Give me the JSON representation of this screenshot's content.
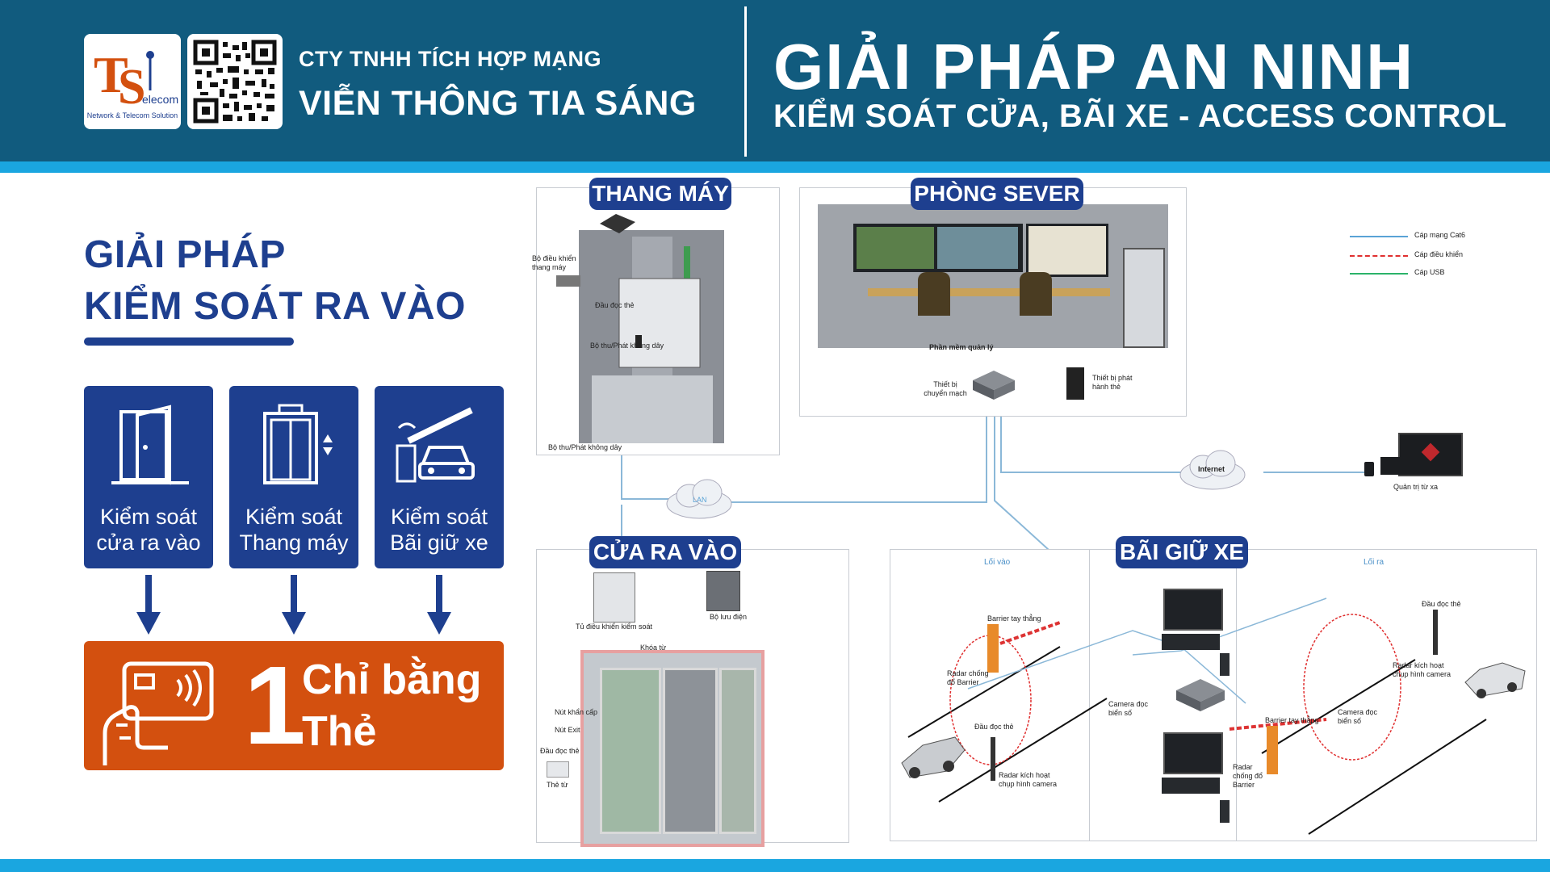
{
  "header": {
    "logo_text": "TS Telecom",
    "logo_tagline": "Network & Telecom Solution",
    "company_line1": "CTY TNHH TÍCH HỢP MẠNG",
    "company_line2": "VIỄN THÔNG TIA SÁNG",
    "solution_title": "GIẢI PHÁP AN NINH",
    "solution_subtitle": "KIỂM SOÁT CỬA, BÃI XE - ACCESS CONTROL"
  },
  "left": {
    "title_line1": "GIẢI PHÁP",
    "title_line2": "KIỂM SOÁT RA VÀO",
    "cards": [
      {
        "line1": "Kiểm soát",
        "line2": "cửa ra vào",
        "icon": "door-icon"
      },
      {
        "line1": "Kiểm soát",
        "line2": "Thang máy",
        "icon": "elevator-icon"
      },
      {
        "line1": "Kiểm soát",
        "line2": "Bãi giữ xe",
        "icon": "barrier-car-icon"
      }
    ],
    "result_number": "1",
    "result_line1": "Chỉ bằng",
    "result_line2": "Thẻ",
    "result_icon": "hand-card-icon"
  },
  "diagram": {
    "elevator": {
      "tag": "THANG MÁY",
      "controller": "Bộ điều khiển thang máy",
      "reader": "Đầu đọc thẻ",
      "wireless_top": "Bộ thu/Phát không dây",
      "wireless_bottom": "Bộ thu/Phát không dây"
    },
    "server": {
      "tag": "PHÒNG SEVER",
      "software": "Phần mềm quản lý",
      "switch": "Thiết bị chuyển mạch",
      "card_issuer": "Thiết bị phát hành thẻ"
    },
    "legend": [
      {
        "label": "Cáp mạng Cat6",
        "color": "#5aa3d6"
      },
      {
        "label": "Cáp điều khiển",
        "color": "#e03030"
      },
      {
        "label": "Cáp USB",
        "color": "#2bb36a"
      }
    ],
    "lan_label": "LAN",
    "internet_label": "Internet",
    "remote_admin": "Quản trị từ xa",
    "door": {
      "tag": "CỬA RA VÀO",
      "cabinet": "Tủ điều khiển kiểm soát",
      "storage": "Bộ lưu điện",
      "lock": "Khóa từ",
      "emergency": "Nút khẩn cấp",
      "exit": "Nút Exit",
      "reader": "Đầu đọc thẻ",
      "card": "Thẻ từ"
    },
    "parking": {
      "tag": "BÃI GIỮ XE",
      "entry": "Lối vào",
      "exit": "Lối ra",
      "barrier_left": "Barrier tay thẳng",
      "radar_left": "Radar chống đổ Barrier",
      "reader_left": "Đầu đọc thẻ",
      "radar_cam_left": "Radar kích hoạt chụp hình camera",
      "camera_left": "Camera đọc biển số",
      "reader_right": "Đầu đọc thẻ",
      "radar_cam_right": "Radar kích hoạt chụp hình camera",
      "barrier_right": "Barrier tay thẳng",
      "camera_right": "Camera đọc biển số",
      "radar_right": "Radar chống đổ Barrier"
    }
  },
  "colors": {
    "header_bg": "#115b7e",
    "stripe": "#1aa6e0",
    "navy": "#1e3f8f",
    "orange": "#d3500f"
  }
}
